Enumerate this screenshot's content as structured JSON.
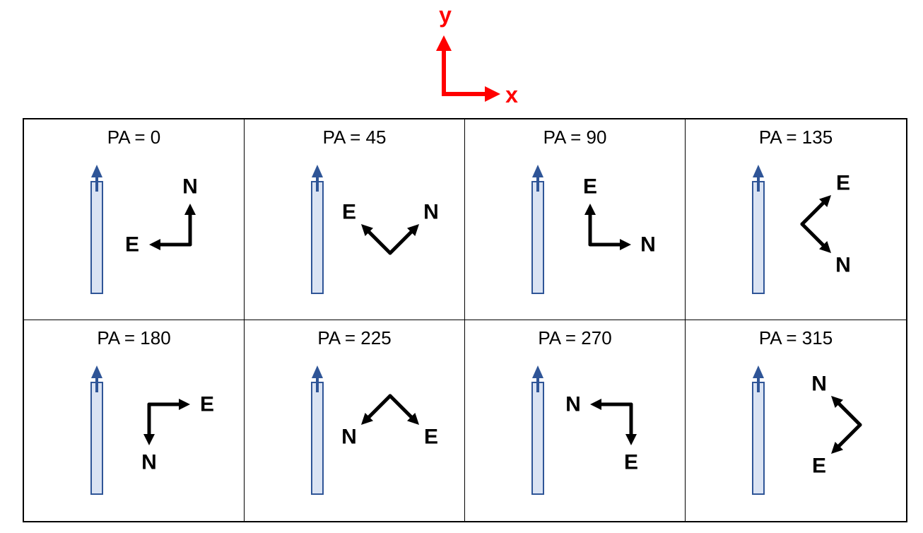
{
  "axes": {
    "x_label": "x",
    "y_label": "y",
    "color": "#ff0000"
  },
  "colors": {
    "slit_fill": "#dae3f3",
    "slit_stroke": "#2f5597",
    "slit_arrow": "#2f5597",
    "compass": "#000000"
  },
  "panels": [
    {
      "label": "PA = 0",
      "pa": 0,
      "north": "N",
      "east": "E"
    },
    {
      "label": "PA = 45",
      "pa": 45,
      "north": "N",
      "east": "E"
    },
    {
      "label": "PA = 90",
      "pa": 90,
      "north": "N",
      "east": "E"
    },
    {
      "label": "PA = 135",
      "pa": 135,
      "north": "N",
      "east": "E"
    },
    {
      "label": "PA = 180",
      "pa": 180,
      "north": "N",
      "east": "E"
    },
    {
      "label": "PA = 225",
      "pa": 225,
      "north": "N",
      "east": "E"
    },
    {
      "label": "PA = 270",
      "pa": 270,
      "north": "N",
      "east": "E"
    },
    {
      "label": "PA = 315",
      "pa": 315,
      "north": "N",
      "east": "E"
    }
  ]
}
